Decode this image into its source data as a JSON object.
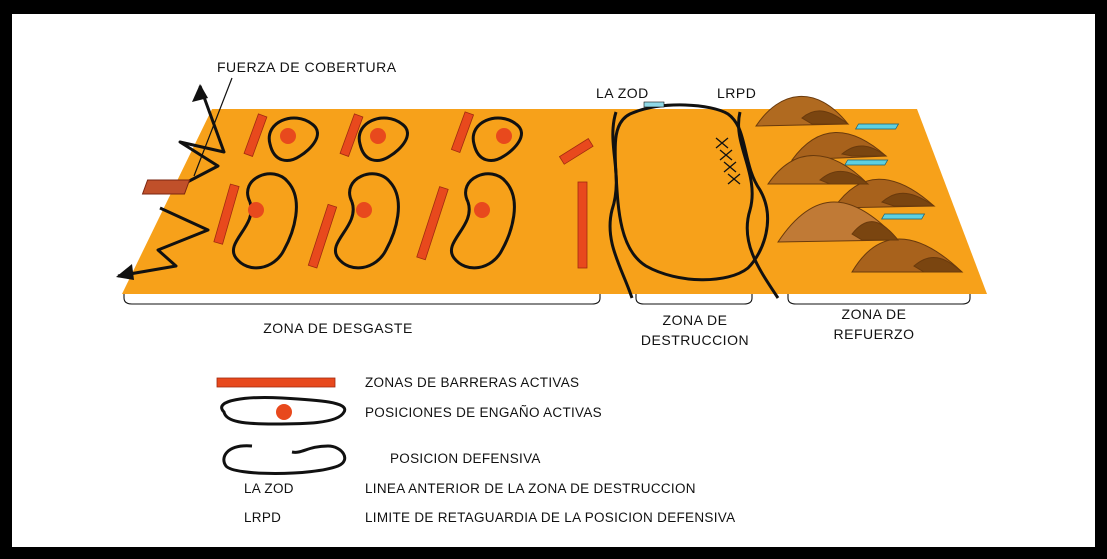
{
  "labels": {
    "covering_force": "FUERZA DE COBERTURA",
    "fzod_marker": "LA ZOD",
    "lrpd_marker": "LRPD",
    "zone_attrition": "ZONA DE DESGASTE",
    "zone_destruction_line1": "ZONA DE",
    "zone_destruction_line2": "DESTRUCCION",
    "zone_reinforcement_line1": "ZONA DE",
    "zone_reinforcement_line2": "REFUERZO"
  },
  "legend": {
    "items": [
      {
        "symbol": "barrier-bar",
        "text": "ZONAS DE BARRERAS ACTIVAS"
      },
      {
        "symbol": "deception-position",
        "text": "POSICIONES DE ENGAÑO ACTIVAS"
      },
      {
        "symbol": "defensive-position",
        "text": "POSICION DEFENSIVA"
      },
      {
        "symbol": "abbr-fzod",
        "abbr": "LA ZOD",
        "text": "LINEA ANTERIOR DE LA ZONA DE DESTRUCCION"
      },
      {
        "symbol": "abbr-lrpd",
        "abbr": "LRPD",
        "text": "LIMITE DE RETAGUARDIA DE LA POSICION DEFENSIVA"
      }
    ]
  },
  "colors": {
    "terrain": "#f7a11a",
    "barrier": "#e8491d",
    "outline": "#111111",
    "hill": "#b06a20",
    "hill_shadow": "#7a4510",
    "marker_blue": "#5fd0e0",
    "covering_block": "#c0502a",
    "frame": "#000000",
    "background": "#ffffff"
  }
}
